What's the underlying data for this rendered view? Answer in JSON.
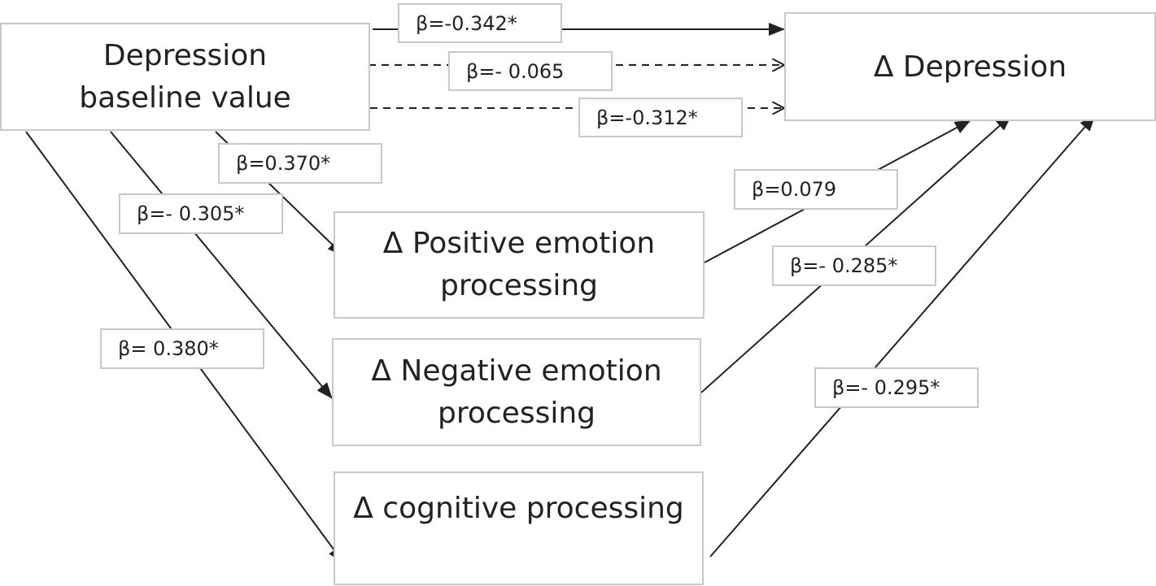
{
  "nodes": {
    "depression_baseline": "Depression\nbaseline value",
    "delta_depression": "Δ Depression",
    "delta_positive": "Δ Positive emotion\nprocessing",
    "delta_negative": "Δ Negative emotion\nprocessing",
    "delta_cognitive": "Δ cognitive processing"
  },
  "paths": {
    "baseline_to_depression": "β=-0.342*",
    "positive_indirect": "β=- 0.065",
    "negative_indirect": "β=-0.312*",
    "baseline_to_positive": "β=0.370*",
    "baseline_to_negative": "β=- 0.305*",
    "baseline_to_cognitive": "β= 0.380*",
    "positive_to_depression": "β=0.079",
    "negative_to_depression": "β=- 0.285*",
    "cognitive_to_depression": "β=- 0.295*"
  },
  "colors": {
    "line": "#222222",
    "border": "#c8c8c8"
  }
}
